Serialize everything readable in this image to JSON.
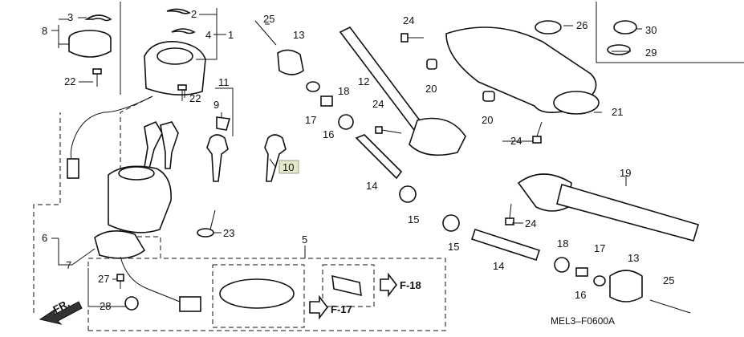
{
  "diagram_code": "MEL3–F0600A",
  "front_arrow_label": "FR.",
  "refs": {
    "f17": "F-17",
    "f18": "F-18"
  },
  "callouts": {
    "c1": "1",
    "c2": "2",
    "c3": "3",
    "c4": "4",
    "c5": "5",
    "c6": "6",
    "c7": "7",
    "c8": "8",
    "c9": "9",
    "c10": "10",
    "c11": "11",
    "c12": "12",
    "c13a": "13",
    "c13b": "13",
    "c14a": "14",
    "c14b": "14",
    "c15a": "15",
    "c15b": "15",
    "c16a": "16",
    "c16b": "16",
    "c17a": "17",
    "c17b": "17",
    "c18a": "18",
    "c18b": "18",
    "c19": "19",
    "c20a": "20",
    "c20b": "20",
    "c21": "21",
    "c22a": "22",
    "c22b": "22",
    "c23": "23",
    "c24a": "24",
    "c24b": "24",
    "c24c": "24",
    "c24d": "24",
    "c25a": "25",
    "c25b": "25",
    "c26": "26",
    "c27": "27",
    "c28": "28",
    "c29": "29",
    "c30": "30"
  },
  "highlighted_callout": "10",
  "colors": {
    "line": "#111111",
    "highlight_bg": "#e3e8c8",
    "background": "#ffffff"
  }
}
